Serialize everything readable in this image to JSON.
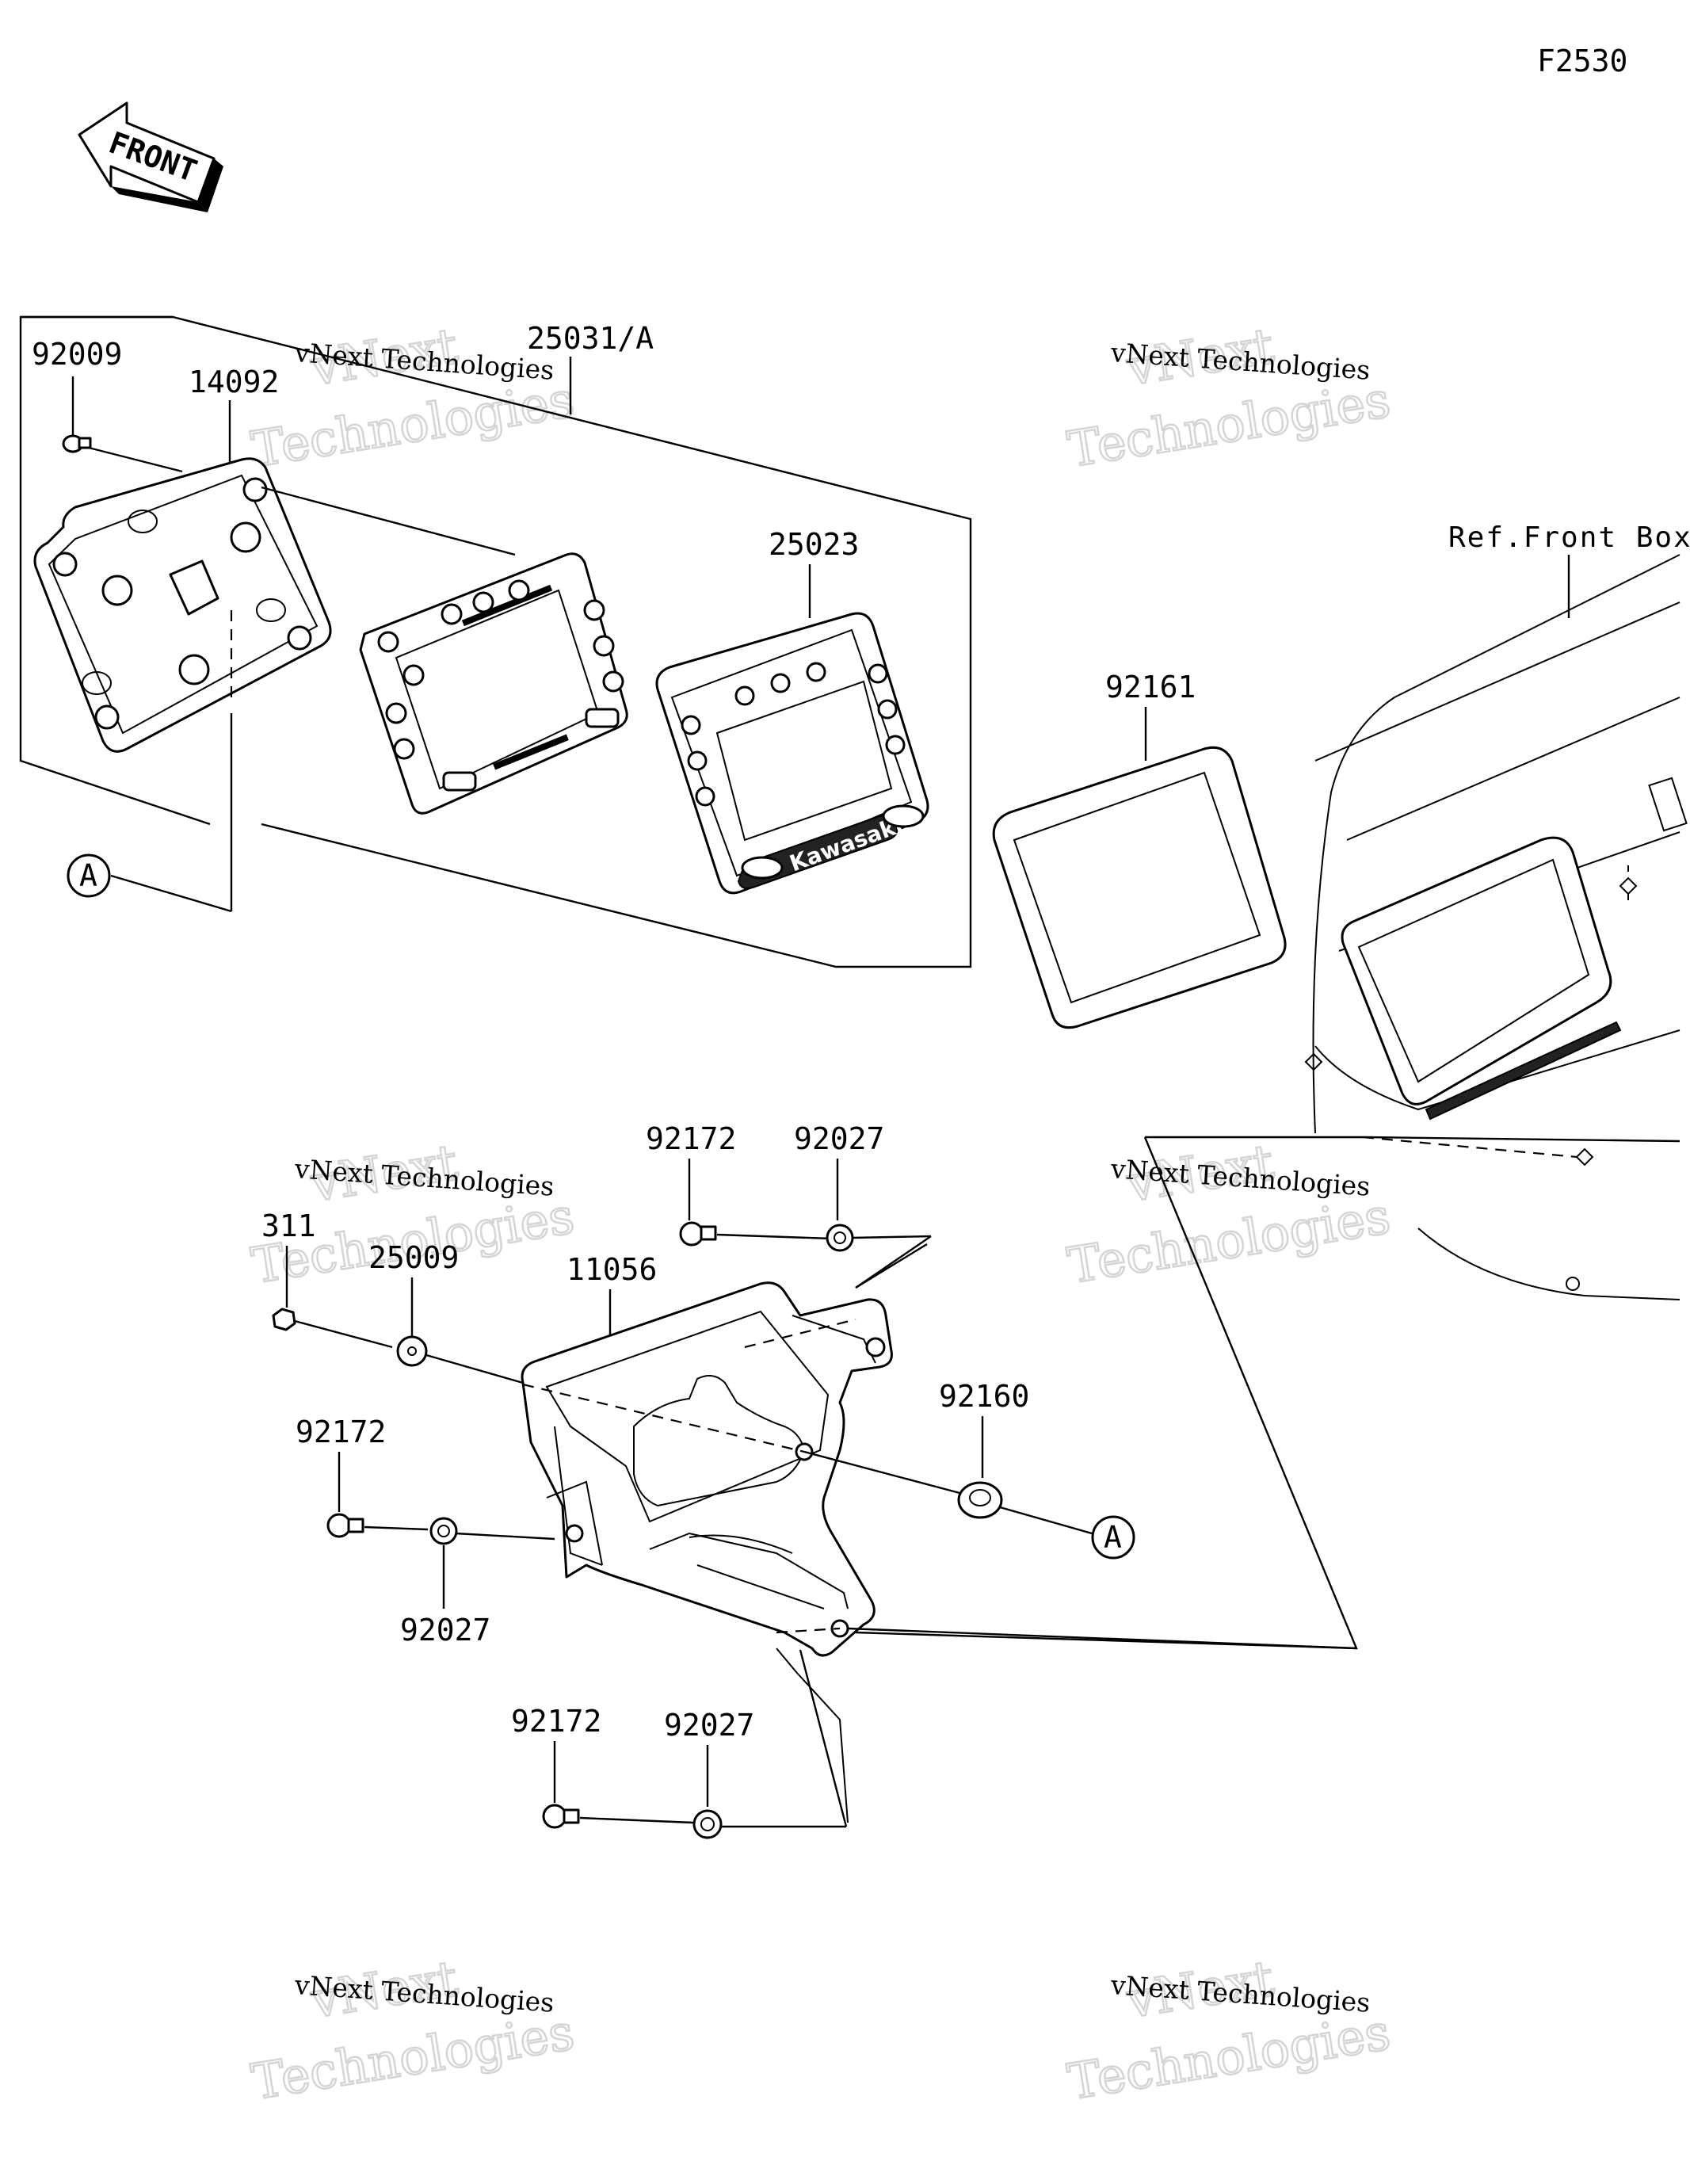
{
  "figure_code": "F2530",
  "front_arrow_label": "FRONT",
  "callout_letter": "A",
  "reference_label": "Ref.Front Box",
  "brand_text": "Kawasaki",
  "watermark": {
    "line1": "vNext Technologies",
    "big_word1": "vNext",
    "big_word2": "Technologies"
  },
  "part_labels": {
    "p92009": "92009",
    "p14092": "14092",
    "p25031A": "25031/A",
    "p25023": "25023",
    "p92161": "92161",
    "p92172_top": "92172",
    "p92027_top": "92027",
    "p311": "311",
    "p25009": "25009",
    "p11056": "11056",
    "p92160": "92160",
    "p92172_mid": "92172",
    "p92027_mid": "92027",
    "p92172_bot": "92172",
    "p92027_bot": "92027"
  }
}
